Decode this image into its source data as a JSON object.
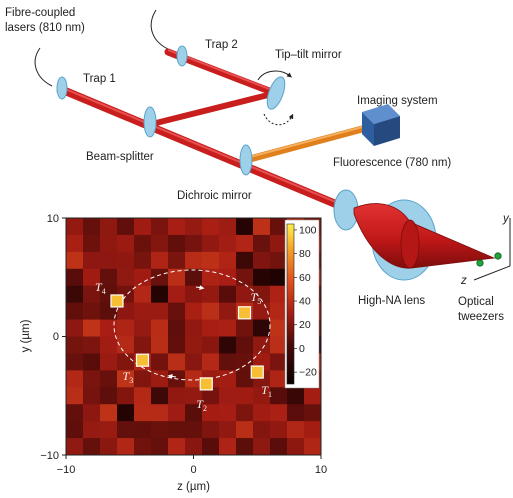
{
  "labels": {
    "lasers": [
      "Fibre-coupled",
      "lasers (810 nm)"
    ],
    "trap1": "Trap 1",
    "trap2": "Trap 2",
    "tip_tilt": "Tip–tilt mirror",
    "imaging": "Imaging system",
    "beam_splitter": "Beam-splitter",
    "fluorescence": "Fluorescence (780 nm)",
    "dichroic": "Dichroic mirror",
    "lens": "High-NA lens",
    "tweezers": [
      "Optical",
      "tweezers"
    ],
    "axis_y3d": "y",
    "axis_z3d": "z"
  },
  "colors": {
    "beam": "#c81e1e",
    "beam_dark": "#8f1010",
    "optic": "#9fd0ea",
    "optic_edge": "#5aa3c8",
    "fluorescence": "#e0801c",
    "camera": "#2f5e9e",
    "atom": "#1fa33a"
  },
  "chart_data": {
    "type": "heatmap",
    "xlabel": "z (µm)",
    "ylabel": "y (µm)",
    "xlim": [
      -10,
      10
    ],
    "ylim": [
      -10,
      10
    ],
    "xticks": [
      "−10",
      "0",
      "10"
    ],
    "yticks": [
      "10",
      "0",
      "−10"
    ],
    "colorbar": {
      "range": [
        -30,
        105
      ],
      "ticks": [
        "100",
        "80",
        "60",
        "40",
        "20",
        "0",
        "−20"
      ]
    },
    "traps": [
      {
        "name": "T",
        "sub": "1",
        "z": 5.0,
        "y": -3.0
      },
      {
        "name": "T",
        "sub": "2",
        "z": 1.0,
        "y": -4.0
      },
      {
        "name": "T",
        "sub": "3",
        "z": -4.0,
        "y": -2.0
      },
      {
        "name": "T",
        "sub": "4",
        "z": -6.0,
        "y": 3.0
      },
      {
        "name": "T",
        "sub": "5",
        "z": 4.0,
        "y": 2.0
      }
    ]
  }
}
